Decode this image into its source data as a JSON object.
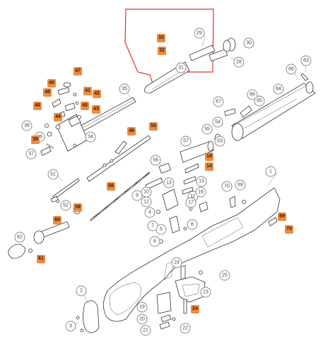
{
  "colors": {
    "highlight": "#f08a3c",
    "frame": "#e03030",
    "line": "#333333"
  },
  "callouts": [
    {
      "n": "1",
      "hl": false
    },
    {
      "n": "2",
      "hl": false
    },
    {
      "n": "3",
      "hl": false
    },
    {
      "n": "4",
      "hl": false
    },
    {
      "n": "5",
      "hl": false
    },
    {
      "n": "6",
      "hl": false
    },
    {
      "n": "7",
      "hl": false
    },
    {
      "n": "8",
      "hl": false
    },
    {
      "n": "9",
      "hl": false
    },
    {
      "n": "10",
      "hl": false
    },
    {
      "n": "11",
      "hl": false
    },
    {
      "n": "12",
      "hl": false
    },
    {
      "n": "13",
      "hl": false
    },
    {
      "n": "14",
      "hl": true
    },
    {
      "n": "15",
      "hl": false
    },
    {
      "n": "16",
      "hl": false
    },
    {
      "n": "17",
      "hl": false
    },
    {
      "n": "18",
      "hl": true
    },
    {
      "n": "19",
      "hl": false
    },
    {
      "n": "20",
      "hl": false
    },
    {
      "n": "21",
      "hl": false
    },
    {
      "n": "22",
      "hl": false
    },
    {
      "n": "23",
      "hl": false
    },
    {
      "n": "24",
      "hl": true
    },
    {
      "n": "25",
      "hl": false
    },
    {
      "n": "28",
      "hl": false
    },
    {
      "n": "29",
      "hl": false
    },
    {
      "n": "30",
      "hl": false
    },
    {
      "n": "31",
      "hl": false
    },
    {
      "n": "32",
      "hl": true
    },
    {
      "n": "33",
      "hl": true
    },
    {
      "n": "34",
      "hl": false
    },
    {
      "n": "35",
      "hl": false
    },
    {
      "n": "36",
      "hl": false
    },
    {
      "n": "37",
      "hl": false
    },
    {
      "n": "38",
      "hl": false
    },
    {
      "n": "39",
      "hl": true
    },
    {
      "n": "40",
      "hl": true
    },
    {
      "n": "41",
      "hl": true
    },
    {
      "n": "42",
      "hl": true
    },
    {
      "n": "43",
      "hl": true
    },
    {
      "n": "44",
      "hl": true
    },
    {
      "n": "45",
      "hl": true
    },
    {
      "n": "46",
      "hl": true
    },
    {
      "n": "47",
      "hl": true
    },
    {
      "n": "48",
      "hl": true
    },
    {
      "n": "49",
      "hl": true
    },
    {
      "n": "50",
      "hl": true
    },
    {
      "n": "51",
      "hl": false
    },
    {
      "n": "52",
      "hl": false
    },
    {
      "n": "53",
      "hl": false
    },
    {
      "n": "54",
      "hl": false
    },
    {
      "n": "55",
      "hl": false
    },
    {
      "n": "56",
      "hl": false
    },
    {
      "n": "57",
      "hl": false
    },
    {
      "n": "58",
      "hl": true
    },
    {
      "n": "59",
      "hl": true
    },
    {
      "n": "60",
      "hl": true
    },
    {
      "n": "61",
      "hl": true
    },
    {
      "n": "62",
      "hl": false
    },
    {
      "n": "63",
      "hl": false
    },
    {
      "n": "64",
      "hl": false
    },
    {
      "n": "65",
      "hl": false
    },
    {
      "n": "66",
      "hl": false
    },
    {
      "n": "67",
      "hl": false
    },
    {
      "n": "68",
      "hl": false
    },
    {
      "n": "69",
      "hl": true
    },
    {
      "n": "70",
      "hl": true
    }
  ]
}
